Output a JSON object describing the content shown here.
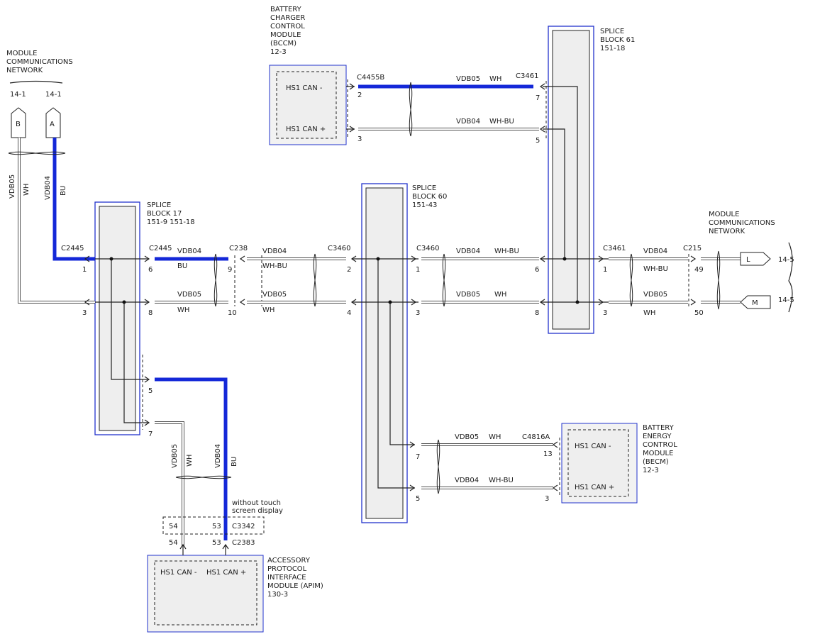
{
  "modules": {
    "bccm": {
      "lines": [
        "BATTERY",
        "CHARGER",
        "CONTROL",
        "MODULE",
        "(BCCM)",
        "12-3"
      ],
      "pins": [
        "HS1 CAN -",
        "HS1 CAN +"
      ]
    },
    "becm": {
      "lines": [
        "BATTERY",
        "ENERGY",
        "CONTROL",
        "MODULE",
        "(BECM)",
        "12-3"
      ],
      "pins": [
        "HS1 CAN -",
        "HS1 CAN +"
      ]
    },
    "apim": {
      "lines": [
        "ACCESSORY",
        "PROTOCOL",
        "INTERFACE",
        "MODULE (APIM)",
        "130-3"
      ],
      "pins": [
        "HS1 CAN -",
        "HS1 CAN +"
      ]
    }
  },
  "network_left": {
    "lines": [
      "MODULE",
      "COMMUNICATIONS",
      "NETWORK"
    ],
    "refs": [
      "14-1",
      "14-1"
    ],
    "tags": [
      "B",
      "A"
    ]
  },
  "network_right": {
    "lines": [
      "MODULE",
      "COMMUNICATIONS",
      "NETWORK"
    ],
    "refs": [
      "14-5",
      "14-5"
    ],
    "tags": [
      "L",
      "M"
    ]
  },
  "splice17": {
    "lines": [
      "SPLICE",
      "BLOCK 17",
      "151-9   151-18"
    ]
  },
  "splice60": {
    "lines": [
      "SPLICE",
      "BLOCK 60",
      "151-43"
    ]
  },
  "splice61": {
    "lines": [
      "SPLICE",
      "BLOCK 61",
      "151-18"
    ]
  },
  "connectors": {
    "c2445_a": "C2445",
    "c2445_b": "C2445",
    "c238": "C238",
    "c3460_a": "C3460",
    "c3460_b": "C3460",
    "c3461_a": "C3461",
    "c3461_b": "C3461",
    "c4455b": "C4455B",
    "c215": "C215",
    "c4816a": "C4816A",
    "c3342": "C3342",
    "c2383": "C2383"
  },
  "wires": {
    "vdb04": "VDB04",
    "vdb05": "VDB05",
    "wh": "WH",
    "bu": "BU",
    "whbu": "WH-BU"
  },
  "pins": {
    "p1": "1",
    "p2": "2",
    "p3": "3",
    "p4": "4",
    "p5": "5",
    "p6": "6",
    "p7": "7",
    "p8": "8",
    "p9": "9",
    "p10": "10",
    "p13": "13",
    "p49": "49",
    "p50": "50",
    "p53": "53",
    "p54": "54"
  },
  "notes": {
    "touch": [
      "without touch",
      "screen display"
    ]
  },
  "colors": {
    "bu_wire": "#1428d8",
    "module_border": "#2233cc"
  }
}
